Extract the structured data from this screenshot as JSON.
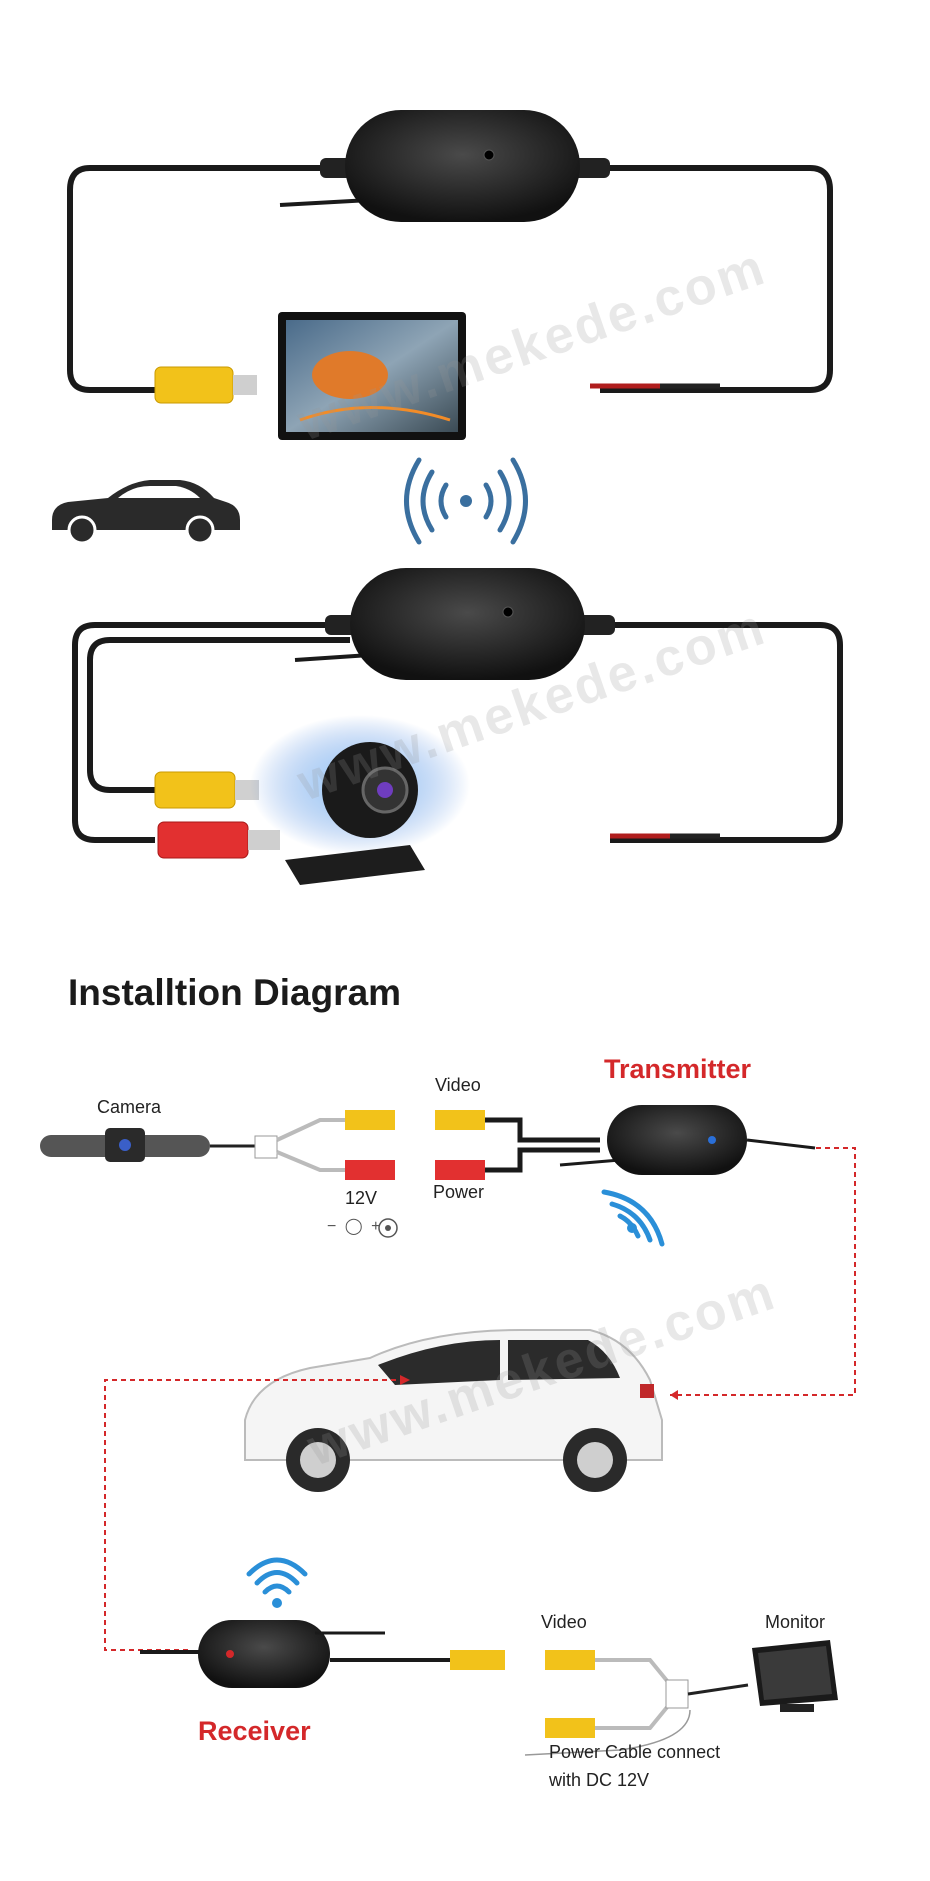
{
  "watermark": "www.mekede.com",
  "diagram": {
    "title": "Installtion Diagram",
    "transmitter_label": "Transmitter",
    "receiver_label": "Receiver",
    "camera_label": "Camera",
    "video_label_top": "Video",
    "power_label": "Power",
    "voltage_label": "12V",
    "polarity_symbol": "− ◯ +",
    "video_label_bottom": "Video",
    "monitor_label": "Monitor",
    "power_note_line1": "Power Cable connect",
    "power_note_line2": "with DC 12V"
  },
  "colors": {
    "accent_red": "#d4282a",
    "wifi_blue": "#2a8fd8",
    "signal_blue": "#3a6f9f",
    "rca_yellow": "#f2c21a",
    "rca_red": "#e23030",
    "cable_black": "#1a1a1a"
  },
  "icons": [
    "car-silhouette-icon",
    "wireless-signal-icon",
    "wifi-icon"
  ]
}
